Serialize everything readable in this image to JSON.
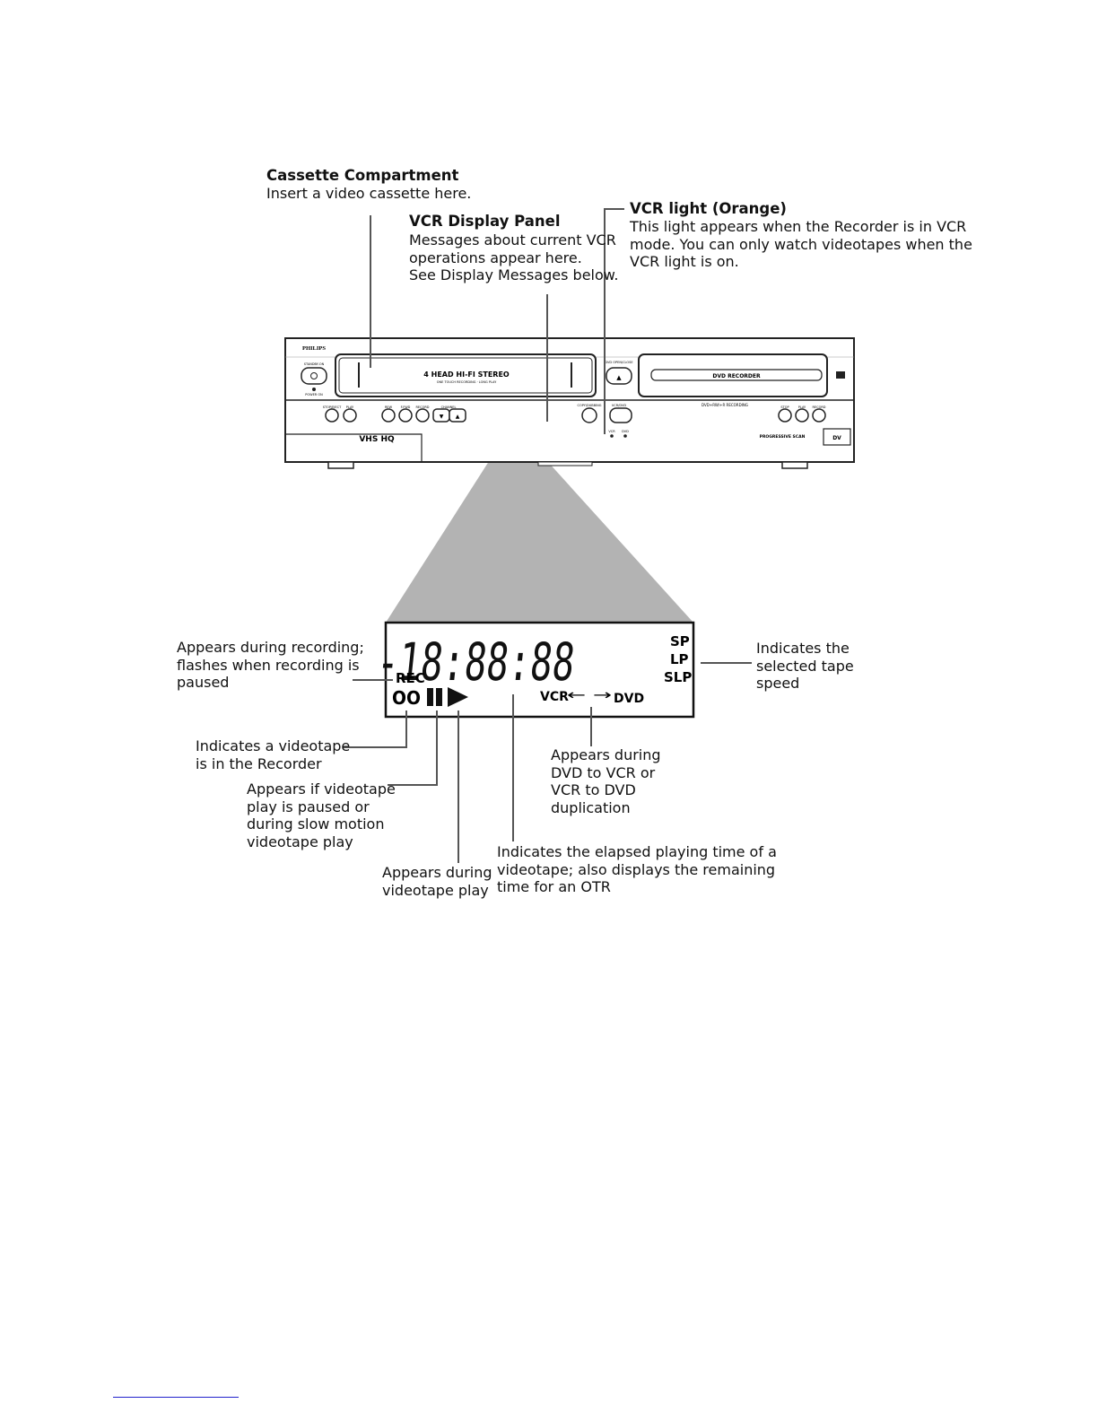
{
  "callouts": {
    "cassette": {
      "title": "Cassette Compartment",
      "text": "Insert a video cassette here."
    },
    "display_panel": {
      "title": "VCR Display Panel",
      "text": "Messages about current VCR\noperations appear here.\nSee Display Messages below."
    },
    "vcr_light": {
      "title": "VCR light (Orange)",
      "text": "This light appears when the Recorder is in VCR\nmode. You can only watch videotapes when the\nVCR light is on."
    },
    "rec": "Appears during recording;\nflashes when recording is\npaused",
    "tape_speed": "Indicates the\nselected tape\nspeed",
    "videotape_in": "Indicates a videotape\nis in the Recorder",
    "pause": "Appears if videotape\nplay is paused or\nduring slow motion\nvideotape play",
    "play": "Appears during\nvideotape play",
    "duplication": "Appears during\nDVD to VCR or\nVCR to DVD\nduplication",
    "elapsed": "Indicates the elapsed playing time of a\nvideotape; also displays the remaining\ntime for an OTR"
  },
  "device": {
    "brand": "PHILIPS",
    "tape_label": "4 HEAD HI-FI STEREO",
    "tape_sublabel": "ONE TOUCH RECORDING · LONG PLAY",
    "dvd_label": "DVD RECORDER",
    "standby_label": "STANDBY-ON",
    "power_label": "POWER ON",
    "open_close_label": "DVD OPEN/CLOSE",
    "vcr_buttons": [
      "STOP/EJECT",
      "PLAY",
      "REW",
      "F.FWD",
      "RECORD",
      "CHANNEL"
    ],
    "middle_buttons": [
      "COPY/DUBBING",
      "VCR/DVD"
    ],
    "indicator_labels": [
      "VCR",
      "DVD"
    ],
    "dvd_buttons": [
      "STOP",
      "PLAY",
      "RECORD"
    ],
    "dvd_caption": "DVD+RW/+R RECORDING",
    "progressive_label": "PROGRESSIVE SCAN",
    "dv_label": "DV",
    "logos": "VHS HQ"
  },
  "display": {
    "digits": "-18:88:88",
    "rec": "REC",
    "speeds": [
      "SP",
      "LP",
      "SLP"
    ],
    "vcr": "VCR",
    "arrows": "← →",
    "dvd": "DVD",
    "tape_icon": "OO",
    "pause_icon": "II",
    "play_icon": "▶"
  },
  "colors": {
    "zoom_cone": "#b3b3b3",
    "lines": "#555555"
  }
}
